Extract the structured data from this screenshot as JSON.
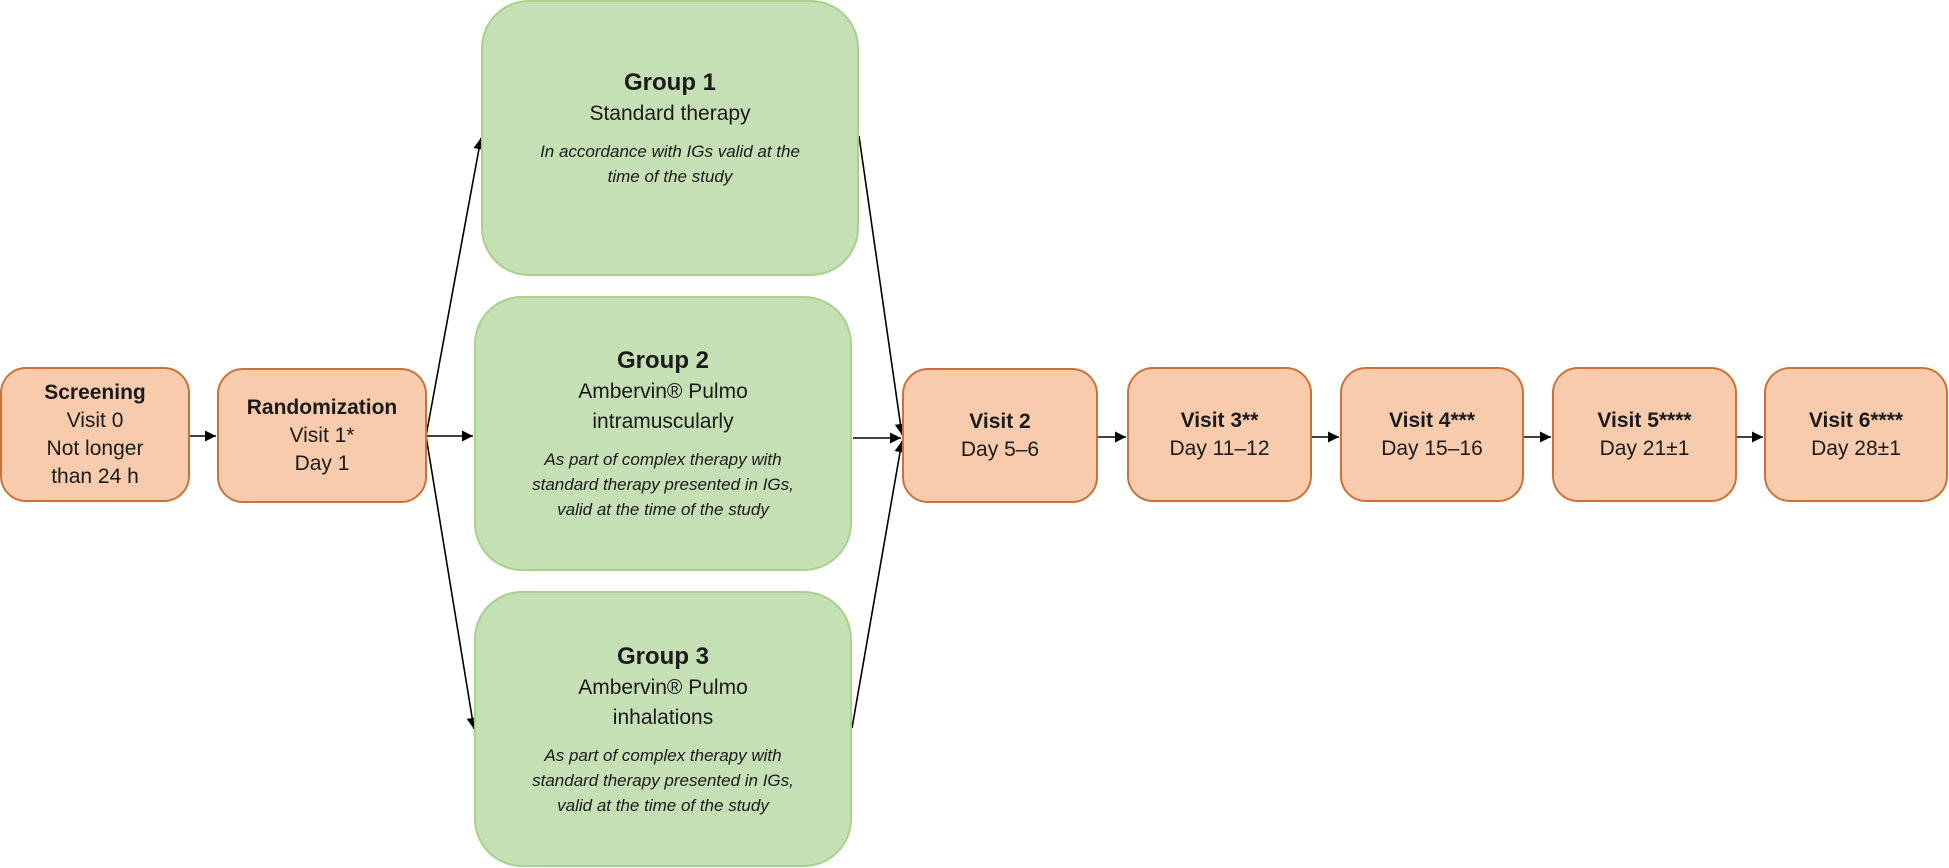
{
  "diagram": {
    "colors": {
      "visit_fill": "#F8CBAD",
      "visit_border": "#C9733A",
      "group_fill": "#C5E0B4",
      "group_border": "#A9D18E",
      "arrow": "#000000"
    },
    "screening": {
      "title": "Screening",
      "lines": [
        "Visit 0",
        "Not longer",
        "than 24 h"
      ]
    },
    "randomization": {
      "title": "Randomization",
      "lines": [
        "Visit 1*",
        "Day 1"
      ]
    },
    "groups": [
      {
        "title": "Group 1",
        "lines": [
          "Standard therapy"
        ],
        "note": [
          "In accordance with IGs valid at the",
          "time of the study"
        ]
      },
      {
        "title": "Group 2",
        "lines": [
          "Ambervin® Pulmo",
          "intramuscularly"
        ],
        "note": [
          "As part of complex therapy with",
          "standard therapy presented in IGs,",
          "valid at the time of the study"
        ]
      },
      {
        "title": "Group 3",
        "lines": [
          "Ambervin® Pulmo",
          "inhalations"
        ],
        "note": [
          "As part of complex therapy with",
          "standard therapy presented in IGs,",
          "valid at the time of the study"
        ]
      }
    ],
    "visits": [
      {
        "title": "Visit 2",
        "day": "Day 5–6"
      },
      {
        "title": "Visit 3**",
        "day": "Day 11–12"
      },
      {
        "title": "Visit 4***",
        "day": "Day 15–16"
      },
      {
        "title": "Visit 5****",
        "day": "Day 21±1"
      },
      {
        "title": "Visit 6****",
        "day": "Day 28±1"
      }
    ]
  }
}
